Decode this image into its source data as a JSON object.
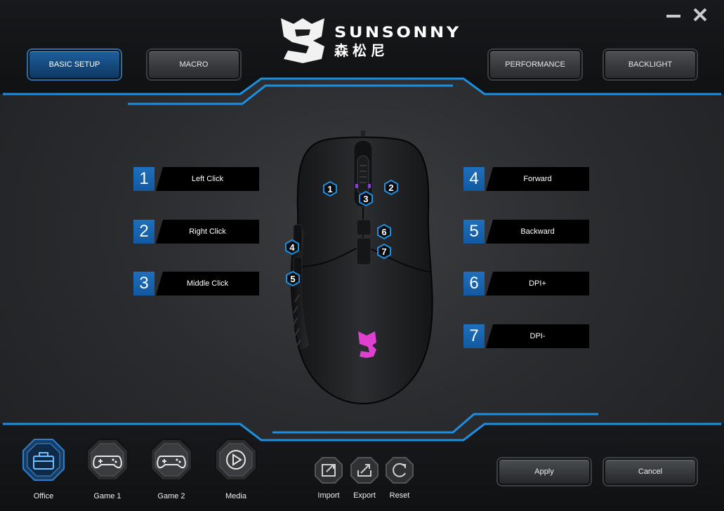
{
  "brand": {
    "name_en": "SUNSONNY",
    "name_cn": "森松尼"
  },
  "window": {
    "minimize_icon": "minimize-icon",
    "close_icon": "close-icon"
  },
  "nav": {
    "basic_setup": "BASIC SETUP",
    "macro": "MACRO",
    "performance": "PERFORMANCE",
    "backlight": "BACKLIGHT",
    "active": "basic_setup"
  },
  "mappings": {
    "left": [
      {
        "num": "1",
        "label": "Left Click"
      },
      {
        "num": "2",
        "label": "Right Click"
      },
      {
        "num": "3",
        "label": "Middle Click"
      }
    ],
    "right": [
      {
        "num": "4",
        "label": "Forward"
      },
      {
        "num": "5",
        "label": "Backward"
      },
      {
        "num": "6",
        "label": "DPI+"
      },
      {
        "num": "7",
        "label": "DPI-"
      }
    ]
  },
  "mouse_markers": [
    "1",
    "2",
    "3",
    "4",
    "5",
    "6",
    "7"
  ],
  "modes": [
    {
      "label": "Office",
      "icon": "briefcase-icon",
      "active": true
    },
    {
      "label": "Game 1",
      "icon": "gamepad-icon",
      "active": false
    },
    {
      "label": "Game 2",
      "icon": "gamepad-icon",
      "active": false
    },
    {
      "label": "Media",
      "icon": "play-icon",
      "active": false
    }
  ],
  "tools": {
    "import": "Import",
    "export": "Export",
    "reset": "Reset"
  },
  "actions": {
    "apply": "Apply",
    "cancel": "Cancel"
  },
  "colors": {
    "accent": "#1e8fe0",
    "accent_dark": "#1259a0",
    "logo_glow": "#e040d0"
  }
}
